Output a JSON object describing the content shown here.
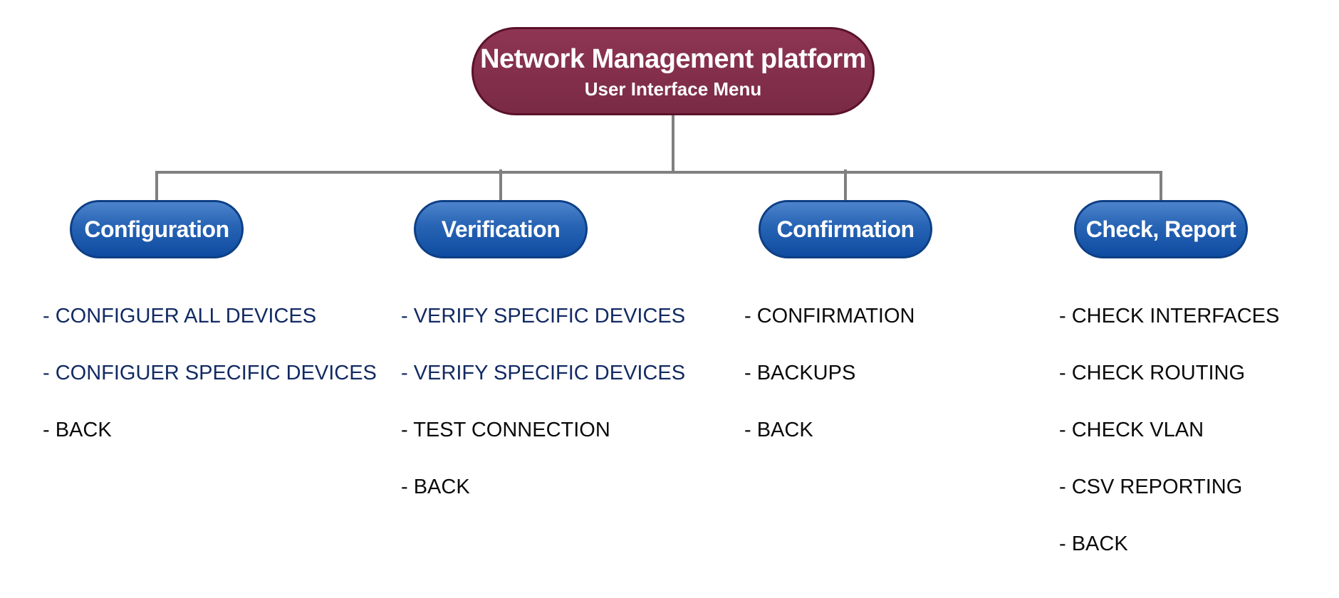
{
  "root": {
    "title": "Network Management platform",
    "subtitle": "User Interface Menu"
  },
  "colors": {
    "root_fill": "#7f2e4a",
    "branch_fill": "#1a56a8",
    "connector": "#808080",
    "menu_blue": "#122a63",
    "menu_black": "#0a0a0a"
  },
  "branches": [
    {
      "label": "Configuration",
      "items": [
        {
          "text": "- CONFIGUER ALL DEVICES",
          "color": "blue"
        },
        {
          "text": "- CONFIGUER SPECIFIC DEVICES",
          "color": "blue"
        },
        {
          "text": "- BACK",
          "color": "black"
        }
      ]
    },
    {
      "label": "Verification",
      "items": [
        {
          "text": "- VERIFY SPECIFIC DEVICES",
          "color": "blue"
        },
        {
          "text": "- VERIFY SPECIFIC DEVICES",
          "color": "blue"
        },
        {
          "text": "- TEST CONNECTION",
          "color": "black"
        },
        {
          "text": "- BACK",
          "color": "black"
        }
      ]
    },
    {
      "label": "Confirmation",
      "items": [
        {
          "text": "- CONFIRMATION",
          "color": "black"
        },
        {
          "text": "- BACKUPS",
          "color": "black"
        },
        {
          "text": "- BACK",
          "color": "black"
        }
      ]
    },
    {
      "label": "Check, Report",
      "items": [
        {
          "text": "- CHECK INTERFACES",
          "color": "black"
        },
        {
          "text": "- CHECK ROUTING",
          "color": "black"
        },
        {
          "text": "- CHECK VLAN",
          "color": "black"
        },
        {
          "text": "- CSV REPORTING",
          "color": "black"
        },
        {
          "text": "- BACK",
          "color": "black"
        }
      ]
    }
  ]
}
